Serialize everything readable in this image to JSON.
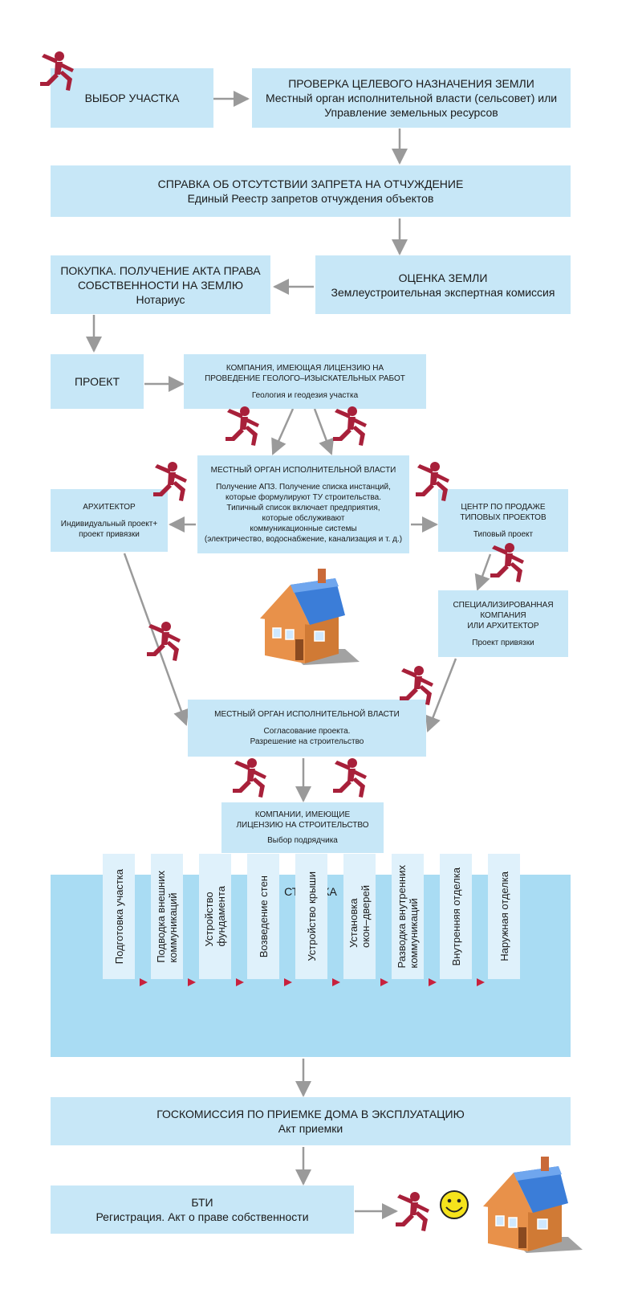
{
  "boxes": {
    "choose_site": "ВЫБОР УЧАСТКА",
    "land_check": {
      "title": "ПРОВЕРКА ЦЕЛЕВОГО НАЗНАЧЕНИЯ ЗЕМЛИ",
      "line1": "Местный орган исполнительной власти (сельсовет) или",
      "line2": "Управление земельных ресурсов"
    },
    "no_ban": {
      "title": "СПРАВКА ОБ ОТСУТСТВИИ ЗАПРЕТА НА ОТЧУЖДЕНИЕ",
      "sub": "Единый Реестр запретов отчуждения объектов"
    },
    "purchase": {
      "line1": "ПОКУПКА. ПОЛУЧЕНИЕ АКТА ПРАВА",
      "line2": "СОБСТВЕННОСТИ НА ЗЕМЛЮ",
      "sub": "Нотариус"
    },
    "valuation": {
      "title": "ОЦЕНКА ЗЕМЛИ",
      "sub": "Землеустроительная экспертная комиссия"
    },
    "project": "ПРОЕКТ",
    "geology": {
      "line1": "КОМПАНИЯ, ИМЕЮЩАЯ ЛИЦЕНЗИЮ НА",
      "line2": "ПРОВЕДЕНИЕ ГЕОЛОГО–ИЗЫСКАТЕЛЬНЫХ РАБОТ",
      "sub": "Геология и геодезия участка"
    },
    "local_authority_1": {
      "title": "МЕСТНЫЙ ОРГАН ИСПОЛНИТЕЛЬНОЙ ВЛАСТИ",
      "lines": [
        "Получение АПЗ. Получение списка инстанций,",
        "которые формулируют ТУ строительства.",
        "Типичный список включает предприятия,",
        "которые обслуживают",
        "коммуникационные системы",
        "(электричество, водоснабжение, канализация и т. д.)"
      ]
    },
    "architect": {
      "title": "АРХИТЕКТОР",
      "line1": "Индивидуальный проект+",
      "line2": "проект привязки"
    },
    "typical_center": {
      "line1": "ЦЕНТР ПО ПРОДАЖЕ",
      "line2": "ТИПОВЫХ ПРОЕКТОВ",
      "sub": "Типовый проект"
    },
    "specialized": {
      "line1": "СПЕЦИАЛИЗИРОВАННАЯ",
      "line2": "КОМПАНИЯ",
      "line3": "ИЛИ  АРХИТЕКТОР",
      "sub": "Проект привязки"
    },
    "local_authority_2": {
      "title": "МЕСТНЫЙ ОРГАН ИСПОЛНИТЕЛЬНОЙ ВЛАСТИ",
      "line1": "Согласование проекта.",
      "line2": "Разрешение на строительство"
    },
    "contractors": {
      "line1": "КОМПАНИИ, ИМЕЮЩИЕ",
      "line2": "ЛИЦЕНЗИЮ НА СТРОИТЕЛЬСТВО",
      "sub": "Выбор подрядчика"
    },
    "construction": {
      "title": "СТРОИКА",
      "steps": [
        "Подготовка участка",
        "Подводка внешних\nкоммуникаций",
        "Устройство\nфундамента",
        "Возведение стен",
        "Устройство крыши",
        "Установка\nокон–дверей",
        "Разводка внутренних\nкоммуникаций",
        "Внутренняя отделка",
        "Наружная отделка"
      ]
    },
    "state_commission": {
      "title": "ГОСКОМИССИЯ ПО ПРИЕМКЕ ДОМА В ЭКСПЛУАТАЦИЮ",
      "sub": "Акт приемки"
    },
    "bti": {
      "title": "БТИ",
      "sub": "Регистрация. Акт о праве собственности"
    }
  },
  "colors": {
    "box": "#c7e7f7",
    "construction_panel": "#a9dcf3",
    "step": "#dff1fb",
    "arrow": "#9a9a9a",
    "runner": "#a8203a",
    "step_arrow": "#c8213d",
    "smiley": "#f5e31c"
  },
  "icons": [
    "runner-icon",
    "house-icon",
    "smiley-icon"
  ]
}
